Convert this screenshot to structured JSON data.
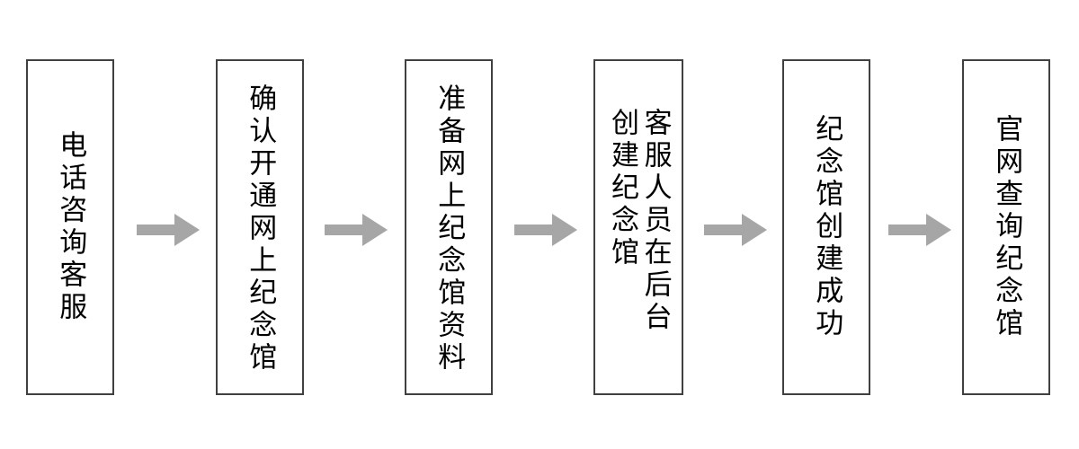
{
  "diagram": {
    "type": "flowchart",
    "orientation": "left-to-right",
    "text_direction": "vertical-rl",
    "colors": {
      "node_border": "#404040",
      "node_fill": "#ffffff",
      "arrow_fill": "#a6a6a6",
      "text": "#000000",
      "background": "#ffffff"
    },
    "nodes": [
      {
        "id": "node-1",
        "order": 1,
        "text": "电话咨询客服",
        "columns": [
          "电话咨询客服"
        ]
      },
      {
        "id": "node-2",
        "order": 2,
        "text": "确认开通网上纪念馆",
        "columns": [
          "确认开通网上纪念馆"
        ]
      },
      {
        "id": "node-3",
        "order": 3,
        "text": "准备网上纪念馆资料",
        "columns": [
          "准备网上纪念馆资料"
        ]
      },
      {
        "id": "node-4",
        "order": 4,
        "text": "客服人员在后台创建纪念馆",
        "columns": [
          "客服人员在后台",
          "创建纪念馆"
        ]
      },
      {
        "id": "node-5",
        "order": 5,
        "text": "纪念馆创建成功",
        "columns": [
          "纪念馆创建成功"
        ]
      },
      {
        "id": "node-6",
        "order": 6,
        "text": "官网查询纪念馆",
        "columns": [
          "官网查询纪念馆"
        ]
      }
    ],
    "arrows": [
      {
        "id": "arrow-1",
        "from": "node-1",
        "to": "node-2",
        "glyph": "right-arrow-icon"
      },
      {
        "id": "arrow-2",
        "from": "node-2",
        "to": "node-3",
        "glyph": "right-arrow-icon"
      },
      {
        "id": "arrow-3",
        "from": "node-3",
        "to": "node-4",
        "glyph": "right-arrow-icon"
      },
      {
        "id": "arrow-4",
        "from": "node-4",
        "to": "node-5",
        "glyph": "right-arrow-icon"
      },
      {
        "id": "arrow-5",
        "from": "node-5",
        "to": "node-6",
        "glyph": "right-arrow-icon"
      }
    ]
  }
}
